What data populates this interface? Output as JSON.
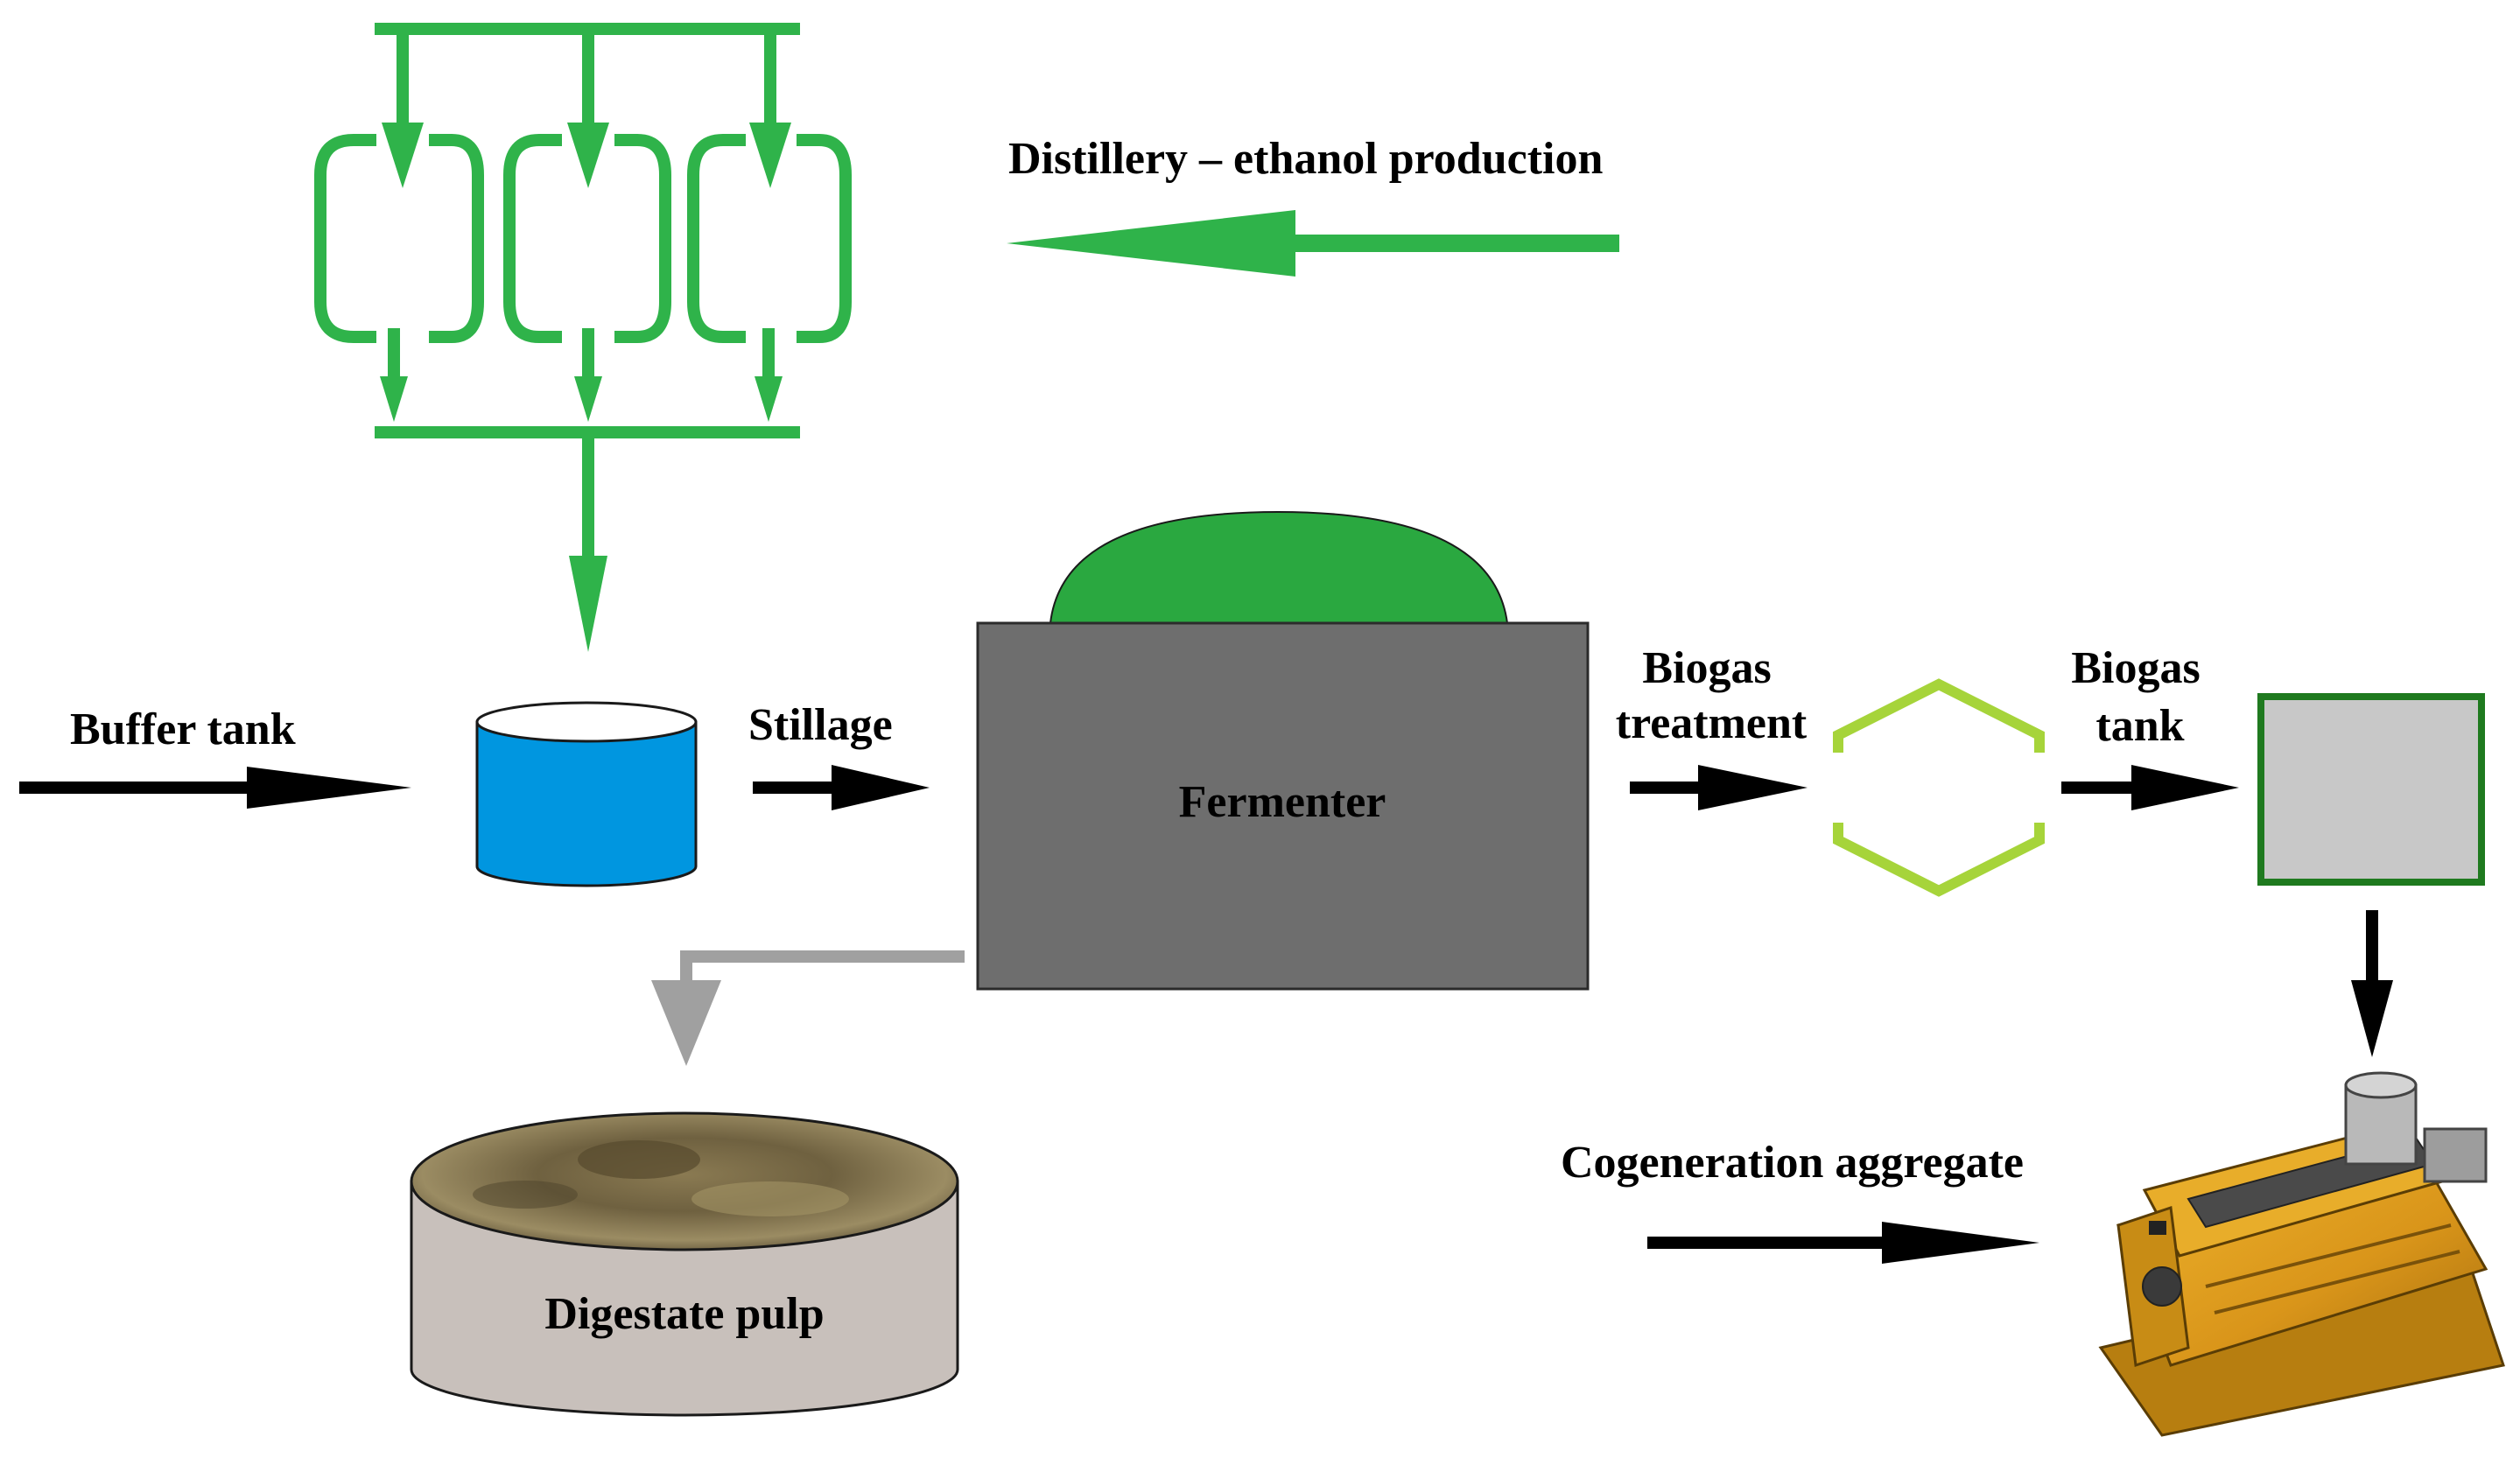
{
  "labels": {
    "distillery": "Distillery – ethanol production",
    "buffer_tank": "Buffer tank",
    "stillage": "Stillage",
    "fermenter": "Fermenter",
    "biogas_treatment_line1": "Biogas",
    "biogas_treatment_line2": "treatment",
    "biogas_tank_line1": "Biogas",
    "biogas_tank_line2": "tank",
    "digestate_pulp": "Digestate pulp",
    "cogeneration": "Cogeneration aggregate"
  },
  "colors": {
    "distillery_green": "#2fb34a",
    "fermenter_dome": "#2aa840",
    "fermenter_body": "#6e6e6e",
    "buffer_tank_fill": "#0096e0",
    "treatment_outline": "#a6d43a",
    "biogas_tank_fill": "#c8c8c8",
    "biogas_tank_border": "#1f7a1f",
    "digestate_body": "#c8c0bb",
    "digestate_arrow": "#a0a0a0",
    "flow_arrow": "#000000",
    "engine_body": "#e0a21f"
  },
  "icons": {
    "distillery_columns": "fermentation-columns-icon",
    "engine": "cogeneration-engine-icon"
  }
}
